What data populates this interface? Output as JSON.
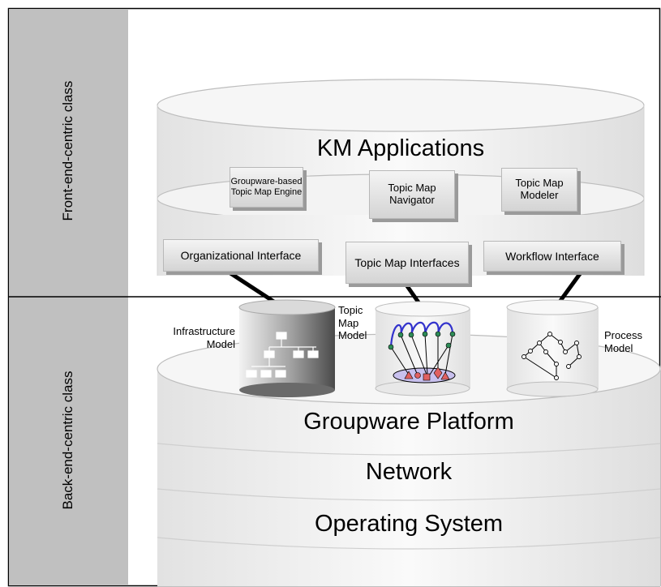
{
  "sections": {
    "front": "Front-end-centric class",
    "back": "Back-end-centric class"
  },
  "layers": {
    "km_applications": "KM Applications",
    "groupware_platform": "Groupware Platform",
    "network": "Network",
    "operating_system": "Operating System"
  },
  "engines": {
    "groupware_engine": "Groupware-based Topic Map Engine",
    "navigator": "Topic Map Navigator",
    "modeler": "Topic Map Modeler"
  },
  "interfaces": {
    "organizational": "Organizational Interface",
    "topic_map": "Topic Map Interfaces",
    "workflow": "Workflow Interface"
  },
  "models": {
    "infrastructure": "Infrastructure Model",
    "topic_map": "Topic Map Model",
    "process": "Process Model"
  },
  "colors": {
    "sidebar": "#c0c0c0",
    "cylinder_fill": "#f0f0f0",
    "cylinder_edge": "#bdbdbd",
    "line": "#000000",
    "topic_arc": "#3333cc",
    "topic_node": "#2e8b57",
    "topic_base": "#c8c0ee"
  }
}
